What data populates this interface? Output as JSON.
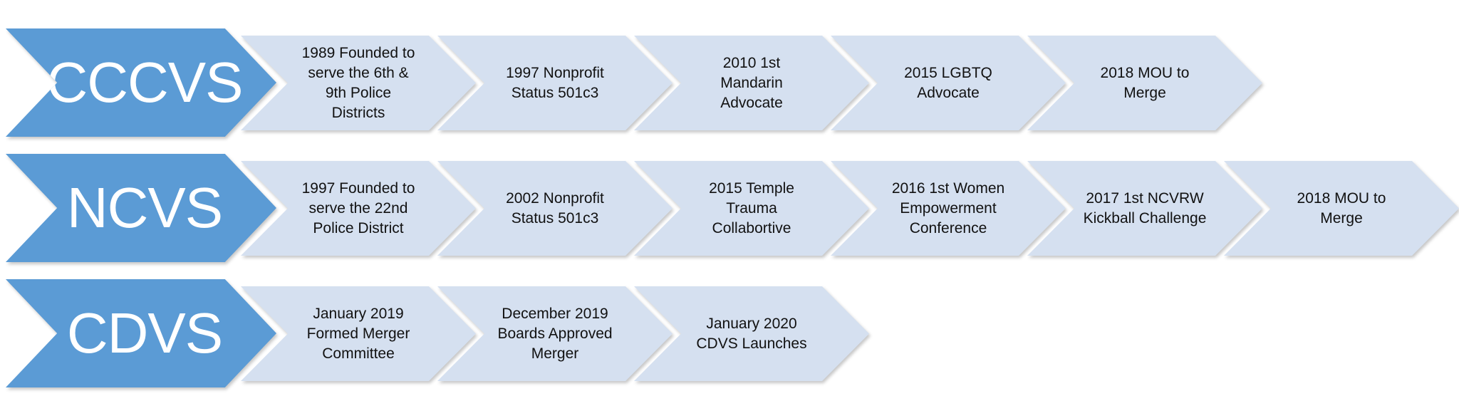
{
  "colors": {
    "primary_chevron": "#5b9bd5",
    "step_chevron": "#d5e0f0",
    "step_text": "#111111",
    "primary_text": "#ffffff"
  },
  "rows": [
    {
      "label": "CCCVS",
      "steps": [
        "1989 Founded to\nserve the 6th &\n9th Police\nDistricts",
        "1997 Nonprofit\nStatus 501c3",
        "2010 1st\nMandarin\nAdvocate",
        "2015 LGBTQ\nAdvocate",
        "2018 MOU to\nMerge"
      ]
    },
    {
      "label": "NCVS",
      "steps": [
        "1997 Founded to\nserve the 22nd\nPolice District",
        "2002 Nonprofit\nStatus 501c3",
        "2015 Temple\nTrauma\nCollabortive",
        "2016 1st Women\nEmpowerment\nConference",
        "2017 1st NCVRW\nKickball Challenge",
        "2018 MOU to\nMerge"
      ]
    },
    {
      "label": "CDVS",
      "steps": [
        "January 2019\nFormed Merger\nCommittee",
        "December 2019\nBoards Approved\nMerger",
        "January 2020\nCDVS Launches"
      ]
    }
  ]
}
